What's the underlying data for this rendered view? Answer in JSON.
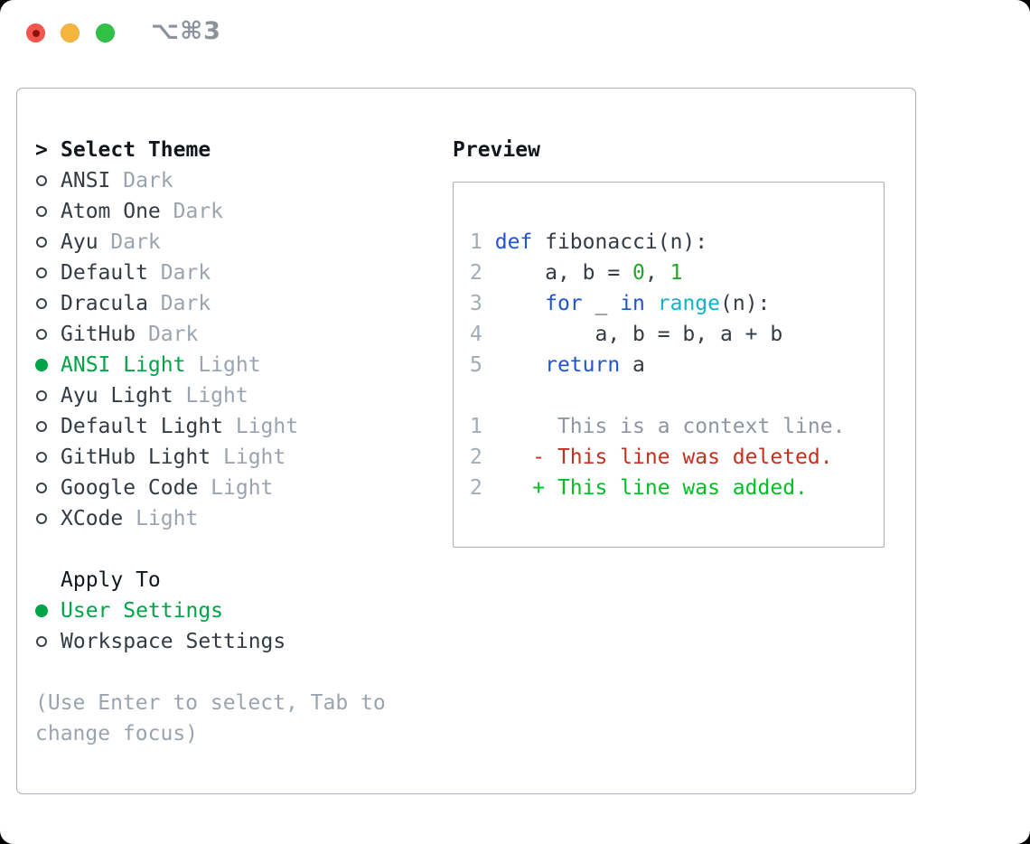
{
  "window": {
    "title_shortcut": "⌥⌘3"
  },
  "icons": {
    "close_button": "red-circle-with-dot",
    "minimize_button": "yellow-circle",
    "zoom_button": "green-circle",
    "radio_unselected": "○",
    "radio_selected": "●"
  },
  "theme_panel": {
    "header": {
      "prompt": ">",
      "label": "Select Theme"
    },
    "themes": [
      {
        "name": "ANSI",
        "variant": "Dark",
        "selected": false
      },
      {
        "name": "Atom One",
        "variant": "Dark",
        "selected": false
      },
      {
        "name": "Ayu",
        "variant": "Dark",
        "selected": false
      },
      {
        "name": "Default",
        "variant": "Dark",
        "selected": false
      },
      {
        "name": "Dracula",
        "variant": "Dark",
        "selected": false
      },
      {
        "name": "GitHub",
        "variant": "Dark",
        "selected": false
      },
      {
        "name": "ANSI Light",
        "variant": "Light",
        "selected": true
      },
      {
        "name": "Ayu Light",
        "variant": "Light",
        "selected": false
      },
      {
        "name": "Default Light",
        "variant": "Light",
        "selected": false
      },
      {
        "name": "GitHub Light",
        "variant": "Light",
        "selected": false
      },
      {
        "name": "Google Code",
        "variant": "Light",
        "selected": false
      },
      {
        "name": "XCode",
        "variant": "Light",
        "selected": false
      }
    ],
    "apply_to": {
      "label": "Apply To",
      "options": [
        {
          "name": "User Settings",
          "selected": true
        },
        {
          "name": "Workspace Settings",
          "selected": false
        }
      ]
    },
    "help_text": "(Use Enter to select, Tab to change focus)"
  },
  "preview": {
    "label": "Preview",
    "lines": [
      [
        {
          "t": "1",
          "c": "ln"
        },
        {
          "t": " ",
          "c": "plain"
        },
        {
          "t": "def",
          "c": "kw"
        },
        {
          "t": " fibonacci(n):",
          "c": "plain"
        }
      ],
      [
        {
          "t": "2",
          "c": "ln"
        },
        {
          "t": " ",
          "c": "plain"
        },
        {
          "t": "    a, b = ",
          "c": "plain"
        },
        {
          "t": "0",
          "c": "num"
        },
        {
          "t": ", ",
          "c": "plain"
        },
        {
          "t": "1",
          "c": "num"
        }
      ],
      [
        {
          "t": "3",
          "c": "ln"
        },
        {
          "t": " ",
          "c": "plain"
        },
        {
          "t": "    ",
          "c": "plain"
        },
        {
          "t": "for",
          "c": "kw"
        },
        {
          "t": " _ ",
          "c": "plain"
        },
        {
          "t": "in",
          "c": "kw"
        },
        {
          "t": " ",
          "c": "plain"
        },
        {
          "t": "range",
          "c": "fn"
        },
        {
          "t": "(n):",
          "c": "plain"
        }
      ],
      [
        {
          "t": "4",
          "c": "ln"
        },
        {
          "t": " ",
          "c": "plain"
        },
        {
          "t": "        a, b = b, a + b",
          "c": "plain"
        }
      ],
      [
        {
          "t": "5",
          "c": "ln"
        },
        {
          "t": " ",
          "c": "plain"
        },
        {
          "t": "    ",
          "c": "plain"
        },
        {
          "t": "return",
          "c": "kw"
        },
        {
          "t": " a",
          "c": "plain"
        }
      ],
      [],
      [
        {
          "t": "1",
          "c": "ln"
        },
        {
          "t": "      This is a context line.",
          "c": "ctx"
        }
      ],
      [
        {
          "t": "2",
          "c": "ln"
        },
        {
          "t": "    ",
          "c": "plain"
        },
        {
          "t": "- This line was deleted.",
          "c": "del"
        }
      ],
      [
        {
          "t": "2",
          "c": "ln"
        },
        {
          "t": "    ",
          "c": "plain"
        },
        {
          "t": "+ This line was added.",
          "c": "add"
        }
      ]
    ]
  },
  "colors": {
    "ink": "#333b44",
    "header_ink": "#12171d",
    "muted": "#9aa4b0",
    "line_number": "#a2abb6",
    "context": "#8d96a1",
    "accent_green": "#00a447",
    "added_green": "#00bf23",
    "number_green": "#27a42a",
    "deleted_red": "#c4301e",
    "keyword_blue": "#1d55d3",
    "function_cyan": "#12b3c4",
    "border": "#a9b1bb",
    "traffic_red": "#f4564d",
    "traffic_red_dot": "#8c150b",
    "traffic_yellow": "#f6b63e",
    "traffic_green": "#31c146",
    "titlebar_text": "#8b929b",
    "window_bg": "#ffffff",
    "outside_bg": "#000000"
  }
}
